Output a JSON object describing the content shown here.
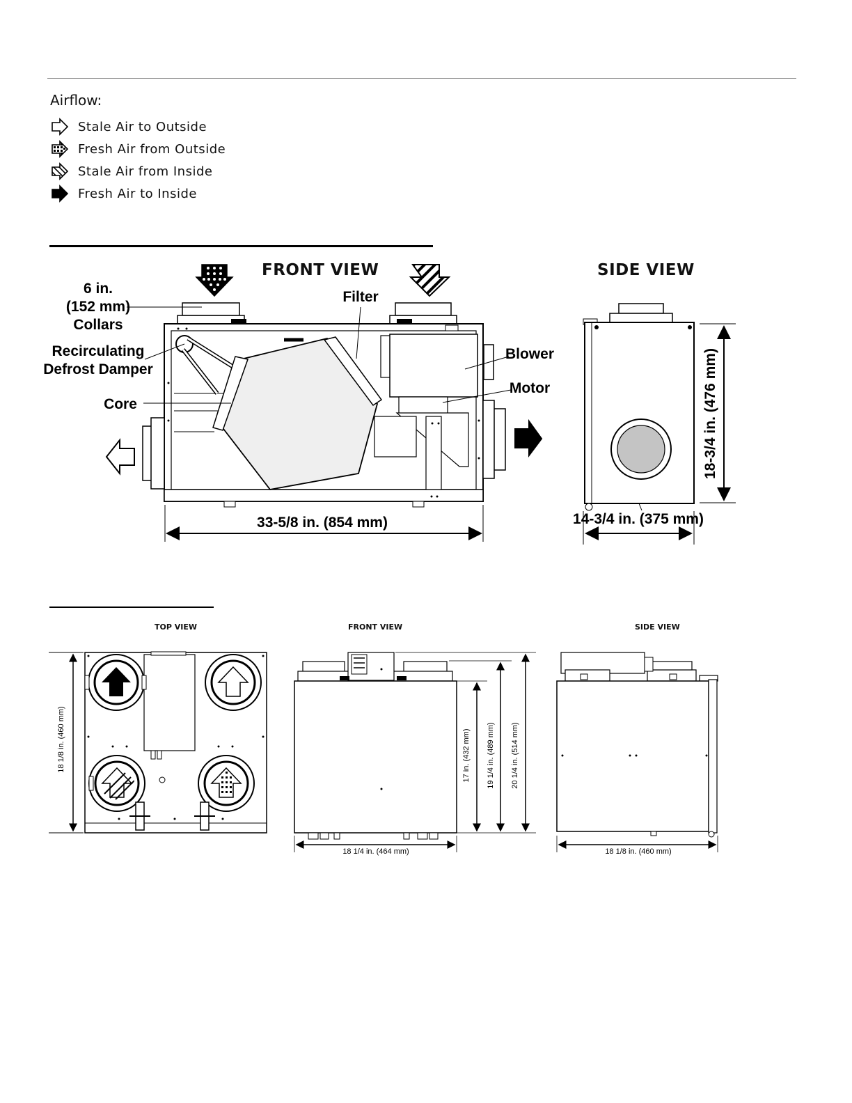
{
  "legend": {
    "title": "Airflow:",
    "items": [
      {
        "label": "Stale Air to Outside",
        "icon": "hollow-arrow-icon"
      },
      {
        "label": "Fresh Air from Outside",
        "icon": "dotted-arrow-icon"
      },
      {
        "label": "Stale Air from Inside",
        "icon": "hatched-arrow-icon"
      },
      {
        "label": "Fresh Air to Inside",
        "icon": "solid-arrow-icon"
      }
    ]
  },
  "diagram1": {
    "front_title": "FRONT VIEW",
    "side_title": "SIDE VIEW",
    "collars_line1": "6 in.",
    "collars_line2": "(152 mm)",
    "collars_line3": "Collars",
    "damper_line1": "Recirculating",
    "damper_line2": "Defrost Damper",
    "core": "Core",
    "filter": "Filter",
    "blower": "Blower",
    "motor": "Motor",
    "width_dim": "33-5/8 in. (854 mm)",
    "height_dim": "18-3/4 in. (476 mm)",
    "depth_dim": "14-3/4 in. (375 mm)"
  },
  "diagram2": {
    "top_title": "TOP VIEW",
    "front_title": "FRONT VIEW",
    "side_title": "SIDE VIEW",
    "top_height_dim": "18 1/8 in. (460 mm)",
    "front_width_dim": "18 1/4 in. (464 mm)",
    "front_h1": "17 in. (432 mm)",
    "front_h2": "19 1/4 in. (489 mm)",
    "front_h3": "20 1/4 in. (514 mm)",
    "side_width_dim": "18 1/8 in. (460 mm)"
  }
}
